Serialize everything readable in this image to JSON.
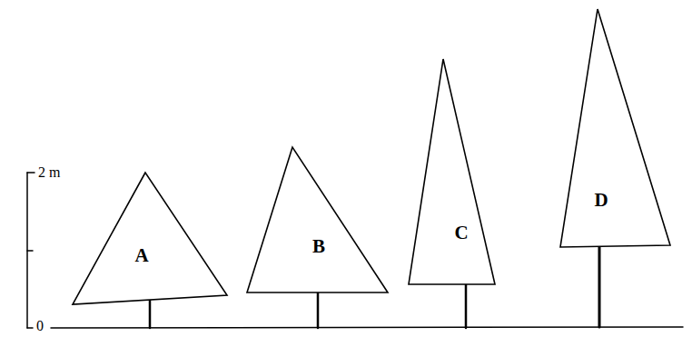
{
  "diagram": {
    "nodes": [
      {
        "text": [
          "A"
        ]
      },
      {
        "text": [
          "B"
        ]
      },
      {
        "text": [
          "C"
        ]
      },
      {
        "text": [
          "D"
        ]
      }
    ],
    "labels": [
      "2 m",
      "0"
    ]
  }
}
